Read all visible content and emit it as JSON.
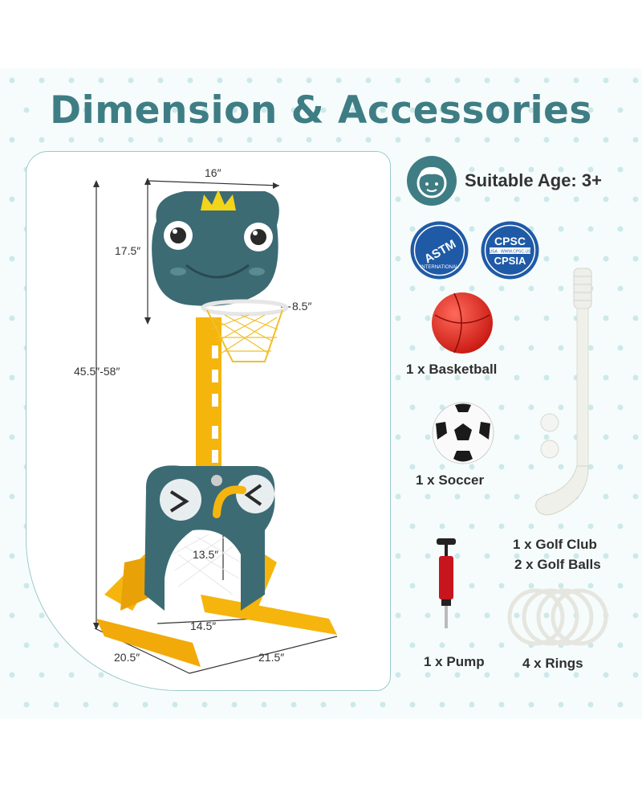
{
  "header": {
    "title": "Dimension & Accessories"
  },
  "dimensions": {
    "top_width": "16″",
    "backboard_height": "17.5″",
    "hoop_diameter": "8.5″",
    "total_height": "45.5″-58″",
    "goal_height": "13.5″",
    "goal_width": "14.5″",
    "base_depth": "20.5″",
    "base_width": "21.5″"
  },
  "age": {
    "text": "Suitable Age: 3+"
  },
  "badges": {
    "astm_top": "ASTM",
    "astm_bottom": "INTERNATIONAL",
    "cpsc_top": "CPSC",
    "cpsc_url": "USA · WWW.CPSC.US",
    "cpsc_bottom": "CPSIA"
  },
  "accessories": {
    "basketball": "1 x Basketball",
    "soccer": "1 x Soccer",
    "golf_club": "1 x Golf Club",
    "golf_balls": "2 x Golf Balls",
    "pump": "1 x Pump",
    "rings": "4 x Rings"
  },
  "colors": {
    "title": "#3f7d84",
    "frog": "#3c6b74",
    "yellow": "#f5b50d",
    "background_dots": "#cde9ea"
  }
}
